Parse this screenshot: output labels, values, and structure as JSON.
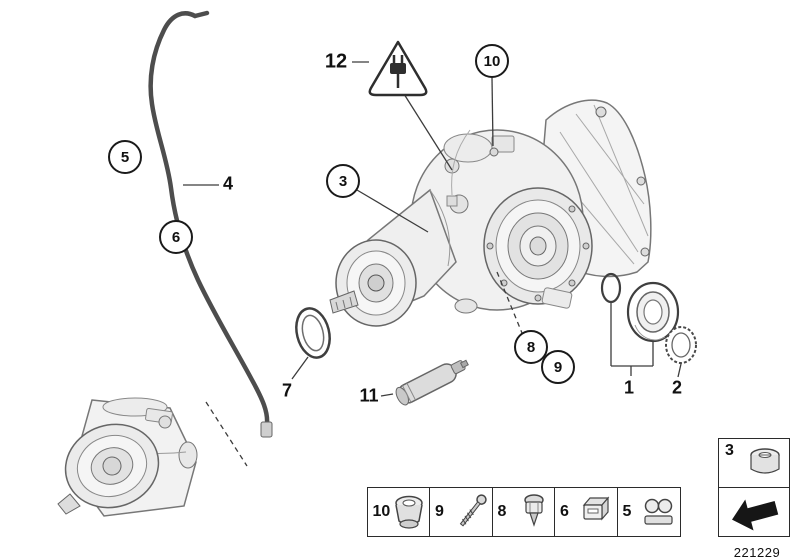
{
  "page": {
    "doc_id": "221229"
  },
  "colors": {
    "line": "#3c3c3c",
    "fill_light": "#f1f1f1",
    "ink": "#1a1a1a"
  },
  "callouts": [
    {
      "label": "5",
      "style": "circled"
    },
    {
      "label": "6",
      "style": "circled"
    },
    {
      "label": "4",
      "style": "plain"
    },
    {
      "label": "3",
      "style": "circled"
    },
    {
      "label": "12",
      "style": "plain"
    },
    {
      "label": "10",
      "style": "circled"
    },
    {
      "label": "8",
      "style": "circled"
    },
    {
      "label": "9",
      "style": "circled"
    },
    {
      "label": "7",
      "style": "plain"
    },
    {
      "label": "11",
      "style": "plain"
    },
    {
      "label": "1",
      "style": "plain"
    },
    {
      "label": "2",
      "style": "plain"
    }
  ],
  "warning": {
    "icon": "hazard-warning-triangle-icon"
  },
  "legend": {
    "items": [
      {
        "label": "10",
        "icon": "grommet-plug-icon"
      },
      {
        "label": "9",
        "icon": "long-screw-icon"
      },
      {
        "label": "8",
        "icon": "breather-valve-icon"
      },
      {
        "label": "6",
        "icon": "clamp-clip-icon"
      },
      {
        "label": "5",
        "icon": "holder-clip-icon"
      }
    ]
  },
  "side_panel": {
    "plug": {
      "label": "3",
      "icon": "screw-plug-icon"
    },
    "arrow": {
      "icon": "view-direction-arrow-icon"
    }
  }
}
